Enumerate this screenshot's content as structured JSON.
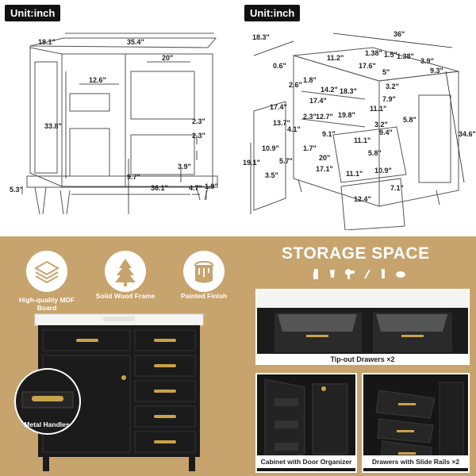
{
  "left_diagram": {
    "unit_label": "Unit:inch",
    "dims": [
      "18.1\"",
      "35.4\"",
      "12.6\"",
      "20\"",
      "33.8\"",
      "2.3\"",
      "2.3\"",
      "3.9\"",
      "9.7\"",
      "5.3\"",
      "36.1\"",
      "4.7\"",
      "1.9\""
    ]
  },
  "right_diagram": {
    "unit_label": "Unit:inch",
    "dims": [
      "18.3\"",
      "36\"",
      "0.6\"",
      "11.2\"",
      "1.38\"",
      "1.5\"",
      "1.38\"",
      "3.9\"",
      "17.6\"",
      "9.3\"",
      "5\"",
      "2.6\"",
      "1.8\"",
      "14.2\"",
      "18.3\"",
      "3.2\"",
      "7.9\"",
      "17.4\"",
      "17.4\"",
      "11.1\"",
      "13.7\"",
      "2.3\"",
      "12.7\"",
      "19.8\"",
      "5.8\"",
      "4.1\"",
      "3.2\"",
      "10.9\"",
      "9.1\"",
      "11.1\"",
      "34.6\"",
      "19.1\"",
      "1.7\"",
      "9.4\"",
      "5.7\"",
      "20\"",
      "5.8\"",
      "3.5\"",
      "17.1\"",
      "11.1\"",
      "10.9\"",
      "7.1\"",
      "12.4\""
    ]
  },
  "features": [
    {
      "label": "High-quality MDF Board",
      "icon": "mdf-board-icon"
    },
    {
      "label": "Solid Wood Frame",
      "icon": "tree-icon"
    },
    {
      "label": "Painted Finish",
      "icon": "paint-can-icon"
    }
  ],
  "badge_label": "Metal Handles",
  "storage_title": "STORAGE SPACE",
  "storage_icons": [
    "spray-bottle-icon",
    "tube-icon",
    "hair-dryer-icon",
    "razor-icon",
    "comb-icon",
    "soap-icon"
  ],
  "photos": [
    {
      "caption": "Tip-out Drawers ×2"
    },
    {
      "caption": "Cabinet with Door Organizer"
    },
    {
      "caption": "Drawers with Slide Rails ×2"
    }
  ],
  "colors": {
    "panel": "#c7a36d",
    "cabinet": "#1b1b1b",
    "handle": "#c9a24b",
    "top": "#f4f4f2"
  }
}
